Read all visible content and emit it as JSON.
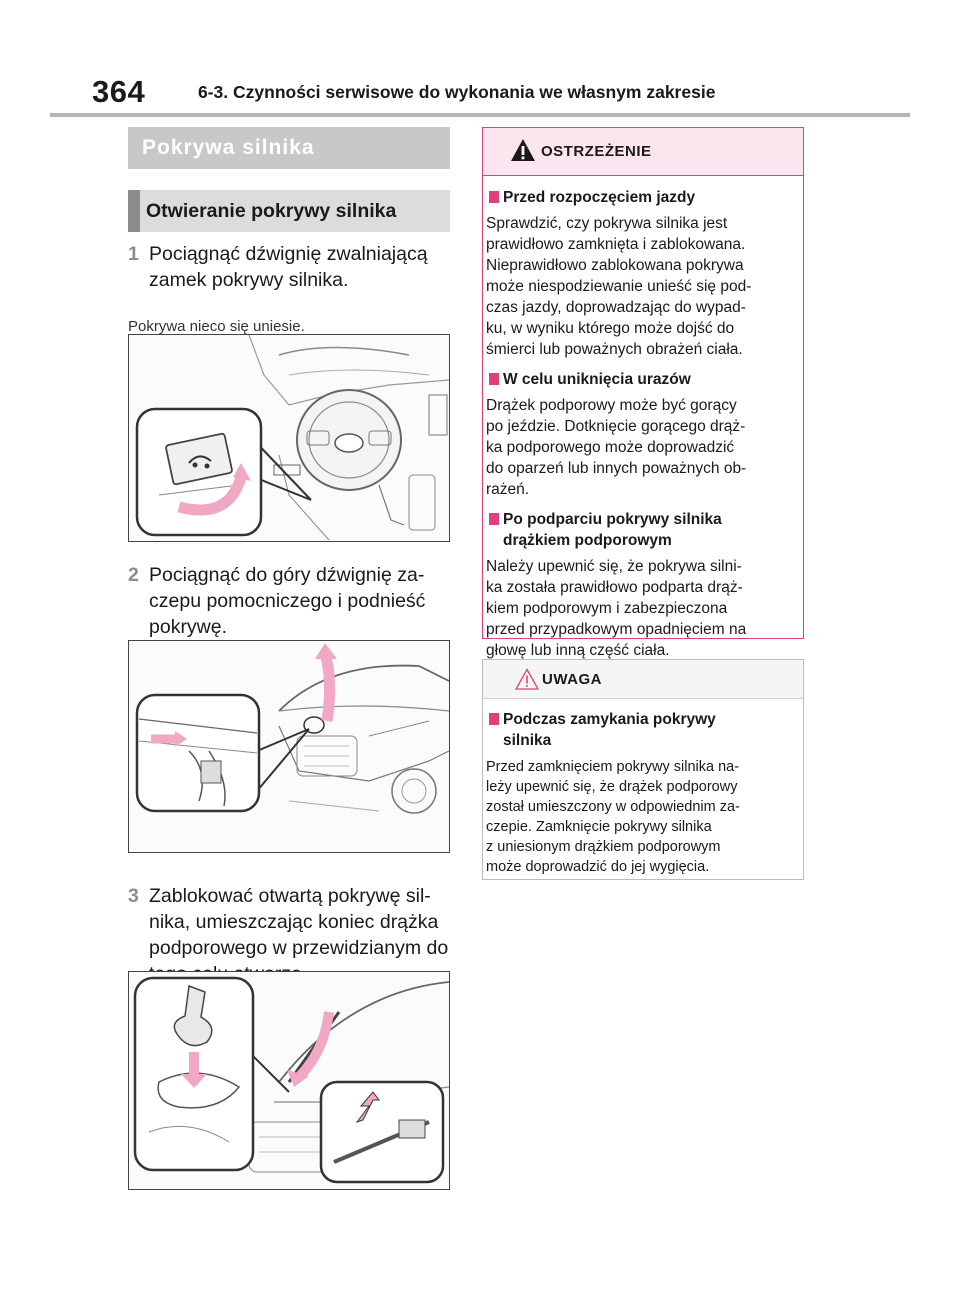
{
  "header": {
    "page_number": "364",
    "chapter_title": "6-3. Czynności serwisowe do wykonania we własnym zakresie"
  },
  "section": {
    "title": "Pokrywa silnika"
  },
  "subsection": {
    "title": "Otwieranie pokrywy silnika"
  },
  "steps": [
    {
      "number": "1",
      "text": "Pociągnąć dźwignię zwalniającą zamek pokrywy silnika."
    },
    {
      "number": "2",
      "text": "Pociągnąć do góry dźwignię za-czepu pomocniczego i podnieść pokrywę."
    },
    {
      "number": "3",
      "text": "Zablokować otwartą pokrywę sil-nika, umieszczając koniec drążka podporowego w przewidzianym do tego celu otworze."
    }
  ],
  "step1_note": "Pokrywa nieco się uniesie.",
  "warning": {
    "title": "OSTRZEŻENIE",
    "items": [
      {
        "heading": "Przed rozpoczęciem jazdy",
        "text": "Sprawdzić, czy pokrywa silnika jest\nprawidłowo zamknięta i zablokowana.\nNieprawidłowo zablokowana pokrywa\nmoże niespodziewanie unieść się pod-\nczas jazdy, doprowadzając do wypad-\nku, w wyniku którego może dojść do\nśmierci lub poważnych obrażeń ciała."
      },
      {
        "heading": "W celu uniknięcia urazów",
        "text": "Drążek podporowy może być gorący\npo jeździe. Dotknięcie gorącego drąż-\nka podporowego może doprowadzić\ndo oparzeń lub innych poważnych ob-\nrażeń."
      },
      {
        "heading": "Po podparciu pokrywy silnika drążkiem podporowym",
        "text": "Należy upewnić się, że pokrywa silni-\nka została prawidłowo podparta drąż-\nkiem podporowym i zabezpieczona\nprzed przypadkowym opadnięciem na\ngłowę lub inną część ciała."
      }
    ]
  },
  "caution": {
    "title": "UWAGA",
    "items": [
      {
        "heading": "Podczas zamykania pokrywy silnika",
        "text": "Przed zamknięciem pokrywy silnika na-\nleży upewnić się, że drążek podporowy\nzostał umieszczony w odpowiednim za-\nczepie. Zamknięcie pokrywy silnika\nz uniesionym drążkiem podporowym\nmoże doprowadzić do jej wygięcia."
      }
    ]
  },
  "colors": {
    "warning_accent": "#e0407a",
    "warning_fill": "#fbe5ee",
    "arrow_pink": "#f2a8c4"
  }
}
